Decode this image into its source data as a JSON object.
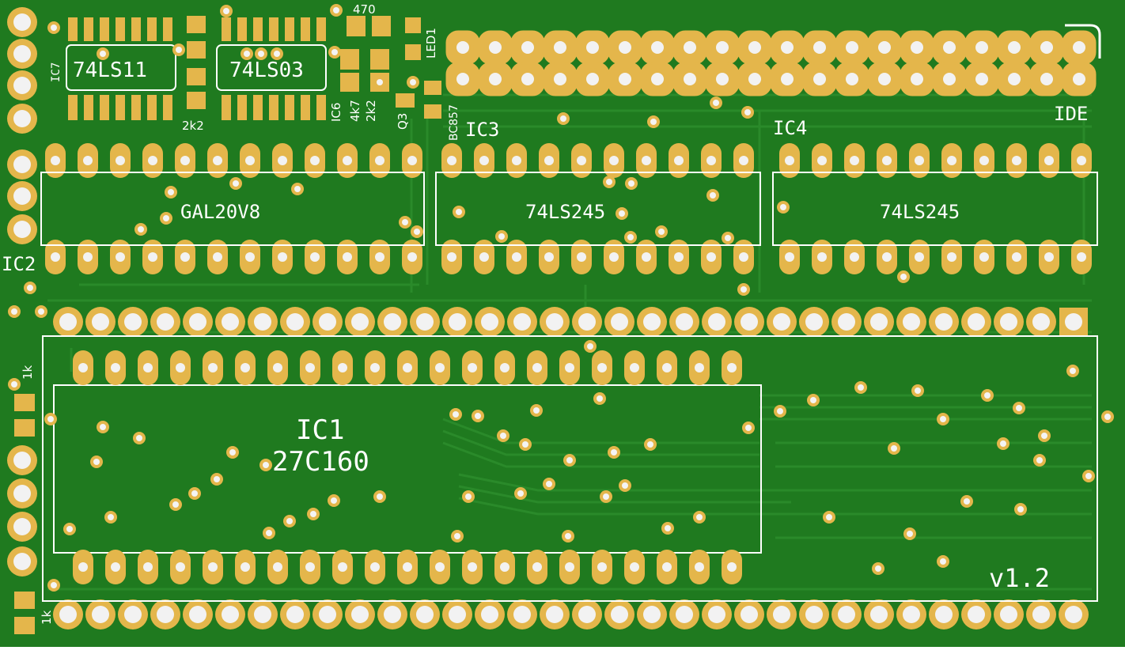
{
  "board": {
    "version": "v1.2",
    "colors": {
      "soldermask": "#1f7a1f",
      "copper": "#e4b64b",
      "silkscreen": "#ffffff",
      "trace": "#2a8a2a"
    }
  },
  "components": {
    "ic7": {
      "ref": "IC7",
      "value": "74LS11"
    },
    "ic_74ls03": {
      "value": "74LS03"
    },
    "ic6": {
      "ref": "IC6"
    },
    "ic2": {
      "ref": "IC2",
      "value": "GAL20V8"
    },
    "ic3": {
      "ref": "IC3",
      "value": "74LS245"
    },
    "ic4": {
      "ref": "IC4",
      "value": "74LS245"
    },
    "ic1": {
      "ref": "IC1",
      "value": "27C160"
    },
    "q3": {
      "ref": "Q3",
      "value": "BC857"
    },
    "led1": {
      "ref": "LED1"
    },
    "ide": {
      "ref": "IDE"
    }
  },
  "resistors": {
    "r_470": "470",
    "r_2k2_a": "2k2",
    "r_4k7": "4k7",
    "r_2k2_b": "2k2",
    "r_1k_top": "1k",
    "r_1k_bottom": "1k"
  }
}
